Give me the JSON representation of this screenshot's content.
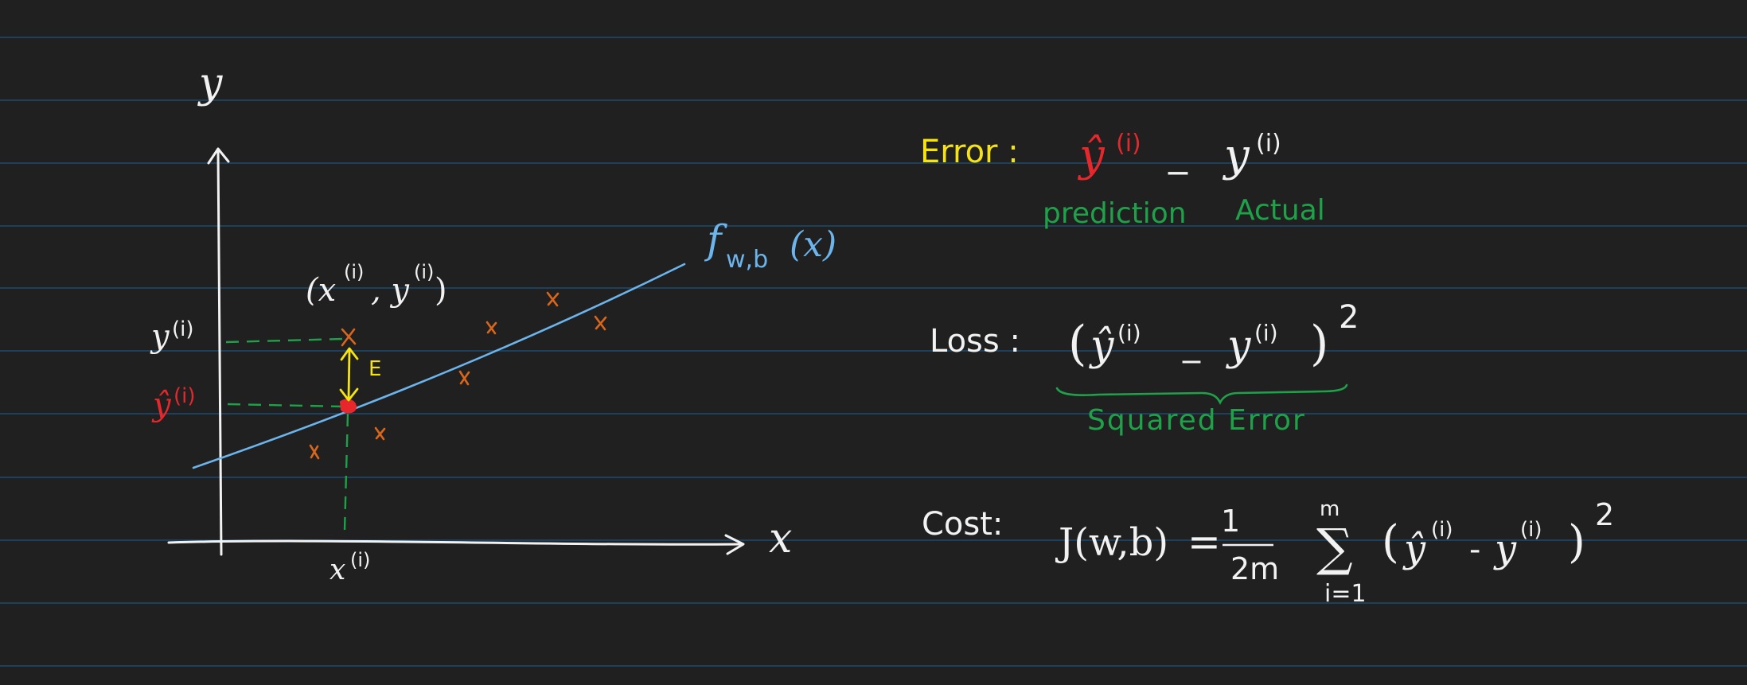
{
  "colors": {
    "background": "#202020",
    "ruled_line": "#1e4a6e",
    "white": "#f2f2f2",
    "red": "#e8272c",
    "yellow": "#f5e312",
    "green": "#1fa14a",
    "blue": "#6cb4ec",
    "orange": "#d8661c"
  },
  "plot": {
    "axis_y_label": "y",
    "axis_x_label": "x",
    "y_i_label": "y",
    "y_hat_label": "ŷ",
    "x_i_label": "x",
    "superscript_i": "(i)",
    "point_label": "(x",
    "point_label_comma": ", y",
    "point_label_close": ")",
    "line_label_f": "f",
    "line_label_sub": "w,b",
    "line_label_arg": "(x)",
    "error_mark": "E"
  },
  "error": {
    "label": "Error :",
    "y_hat": "ŷ",
    "sup_i": "(i)",
    "minus": "_",
    "y": "y",
    "prediction": "prediction",
    "actual": "Actual"
  },
  "loss": {
    "label": "Loss :",
    "open": "(",
    "y_hat": "ŷ",
    "sup_i": "(i)",
    "minus": "_",
    "y": "y",
    "close": ")",
    "power": "2",
    "brace_caption": "Squared Error"
  },
  "cost": {
    "label": "Cost:",
    "lhs": "J(w,b)",
    "equals": "=",
    "frac_num": "1",
    "frac_den": "2m",
    "sigma": "∑",
    "sum_top": "m",
    "sum_bottom": "i=1",
    "open": "(",
    "y_hat": "ŷ",
    "sup_i": "(i)",
    "minus": "-",
    "y": "y",
    "close": ")",
    "power": "2"
  }
}
